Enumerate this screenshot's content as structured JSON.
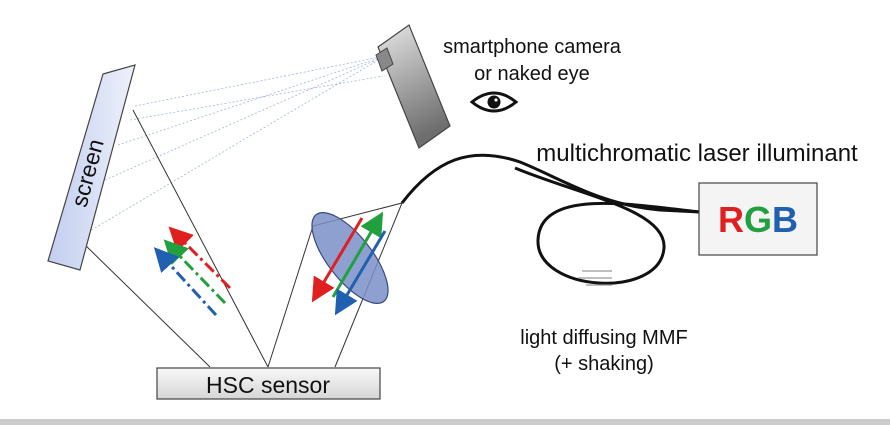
{
  "labels": {
    "screen": "screen",
    "camera_line1": "smartphone camera",
    "camera_line2": "or naked eye",
    "laser": "multichromatic laser illuminant",
    "rgb_r": "R",
    "rgb_g": "G",
    "rgb_b": "B",
    "mmf_line1": "light diffusing MMF",
    "mmf_line2": "(+ shaking)",
    "sensor": "HSC sensor"
  },
  "colors": {
    "red": "#e02020",
    "green": "#22a040",
    "blue": "#2060b0",
    "lens": "#7a8fc7",
    "screen_fill": "#d4ddf2"
  },
  "icons": [
    "eye-icon",
    "camera-icon"
  ]
}
